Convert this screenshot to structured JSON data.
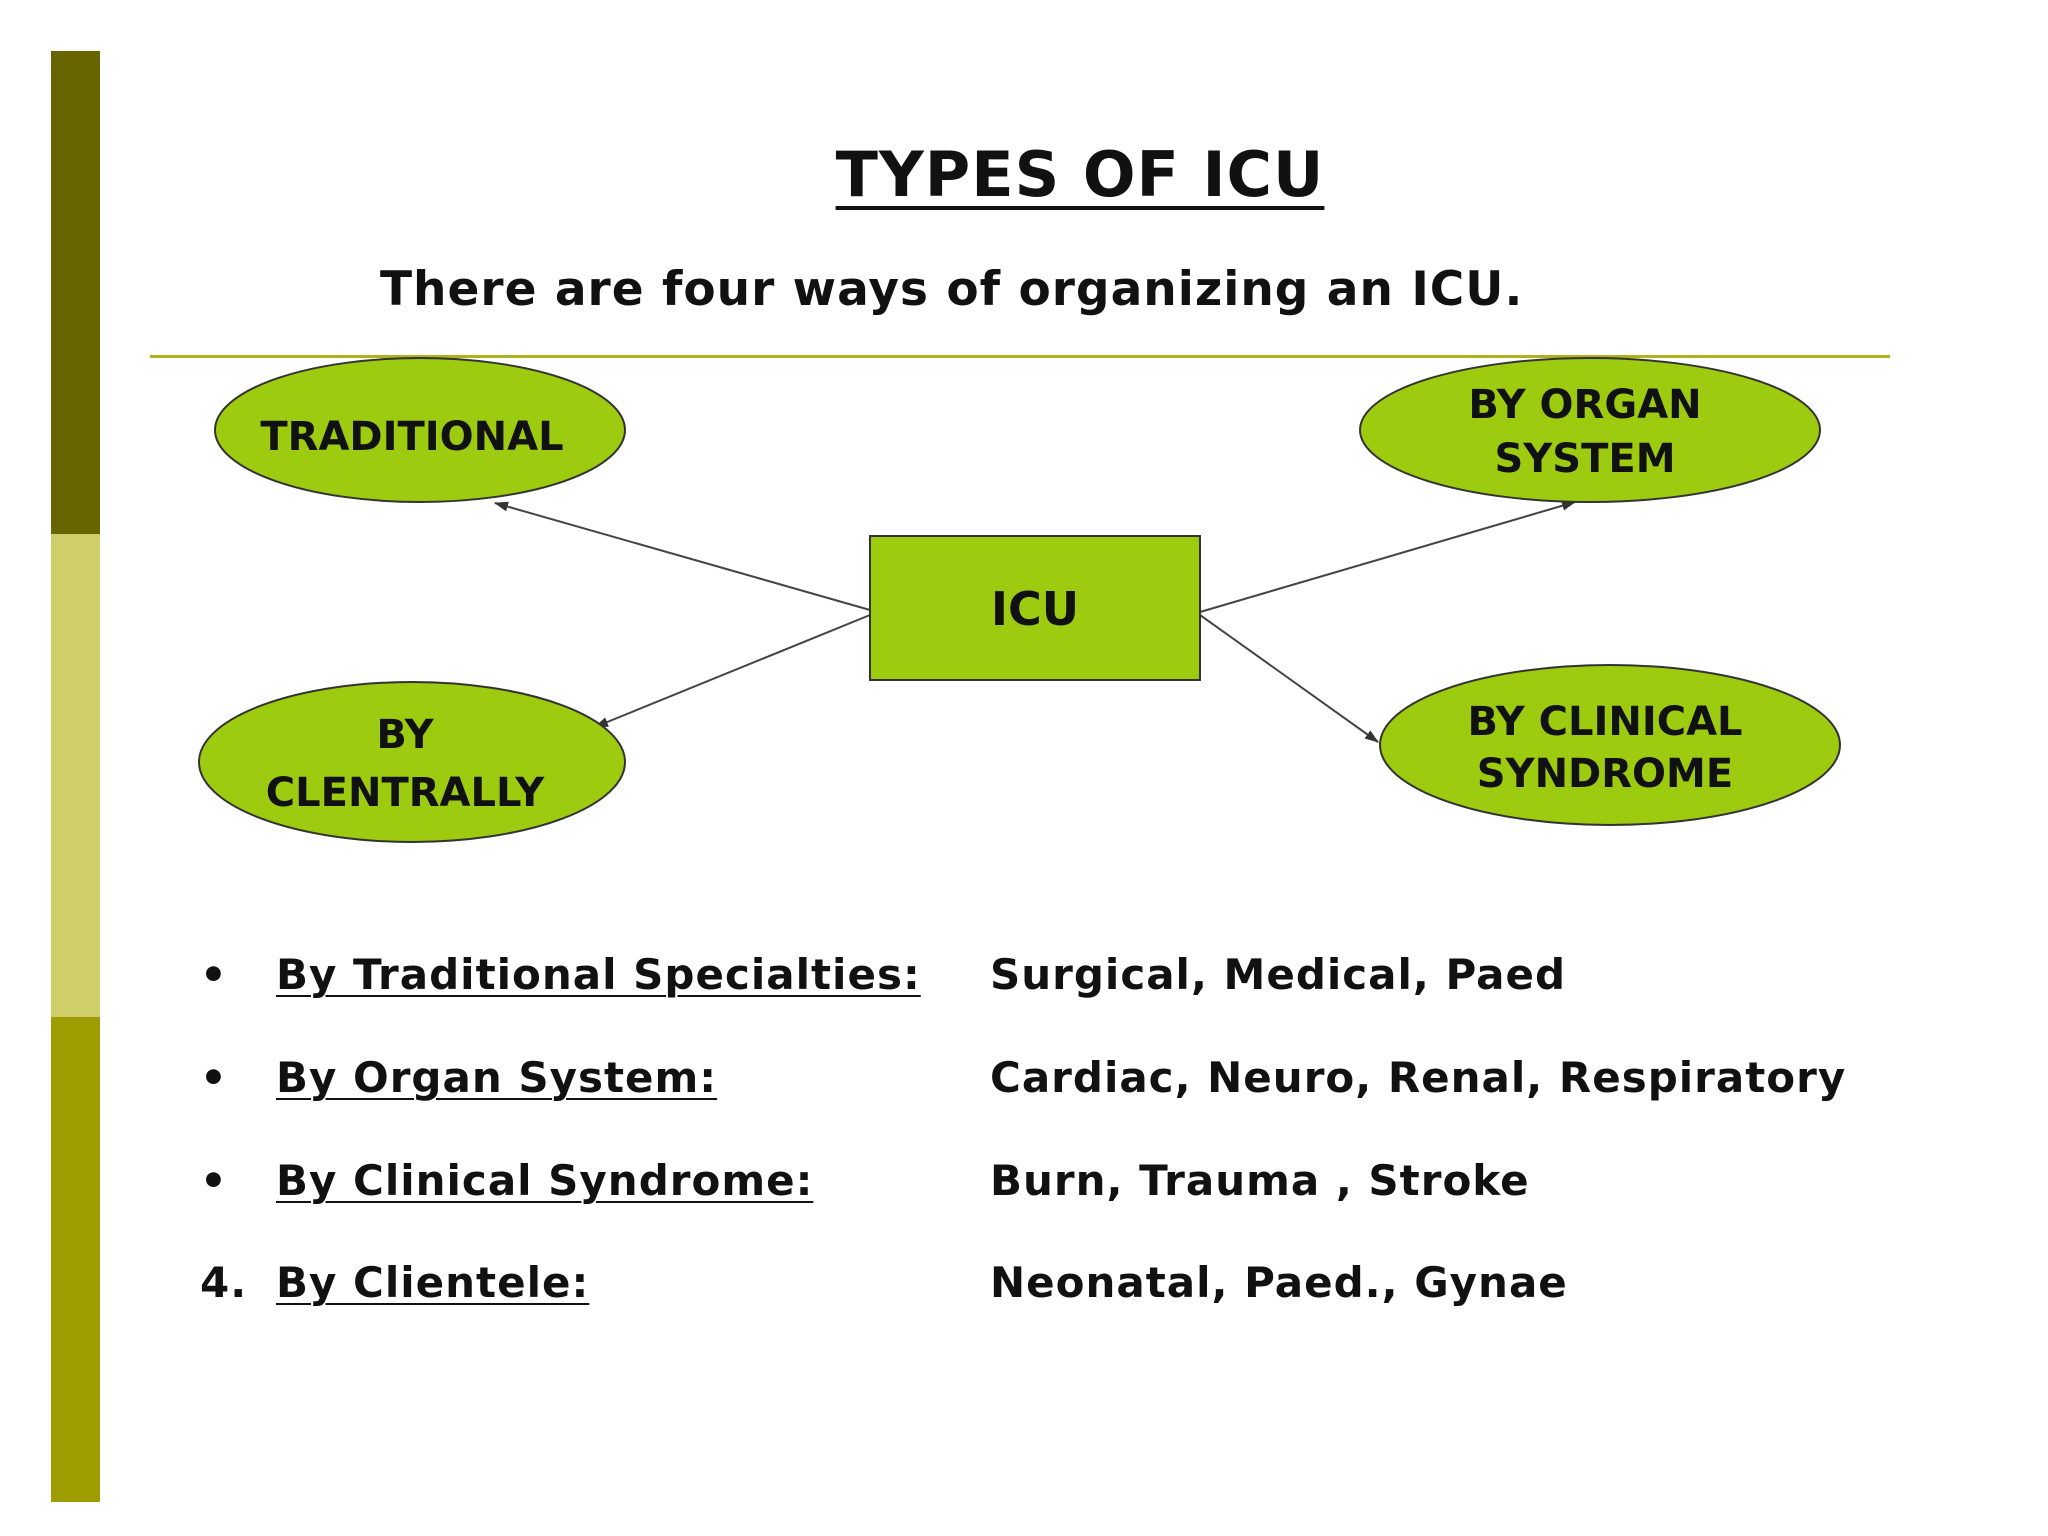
{
  "slide": {
    "title": "TYPES OF ICU",
    "subtitle": "There are four ways of organizing an ICU."
  },
  "diagram": {
    "center": "ICU",
    "nodes": {
      "traditional": [
        "TRADITIONAL"
      ],
      "organ_system": [
        "BY ORGAN",
        "SYSTEM"
      ],
      "centrally": [
        "BY",
        "CLENTRALLY"
      ],
      "clinical_syndrome": [
        "BY CLINICAL",
        "SYNDROME"
      ]
    }
  },
  "list": [
    {
      "marker": "•",
      "category": "By Traditional Specialties:",
      "examples": "Surgical, Medical, Paed"
    },
    {
      "marker": "•",
      "category": "By Organ System:",
      "examples": "Cardiac, Neuro, Renal, Respiratory"
    },
    {
      "marker": "•",
      "category": "By Clinical Syndrome:",
      "examples": "Burn, Trauma , Stroke"
    },
    {
      "marker": "4.",
      "category": "By Clientele:",
      "examples": "Neonatal, Paed., Gynae"
    }
  ],
  "colors": {
    "node_fill": "#9ccb10",
    "accent_rule": "#b1b21b",
    "bar_dark": "#676500",
    "bar_light": "#cfcf6a",
    "bar_olive": "#9d9c00"
  }
}
